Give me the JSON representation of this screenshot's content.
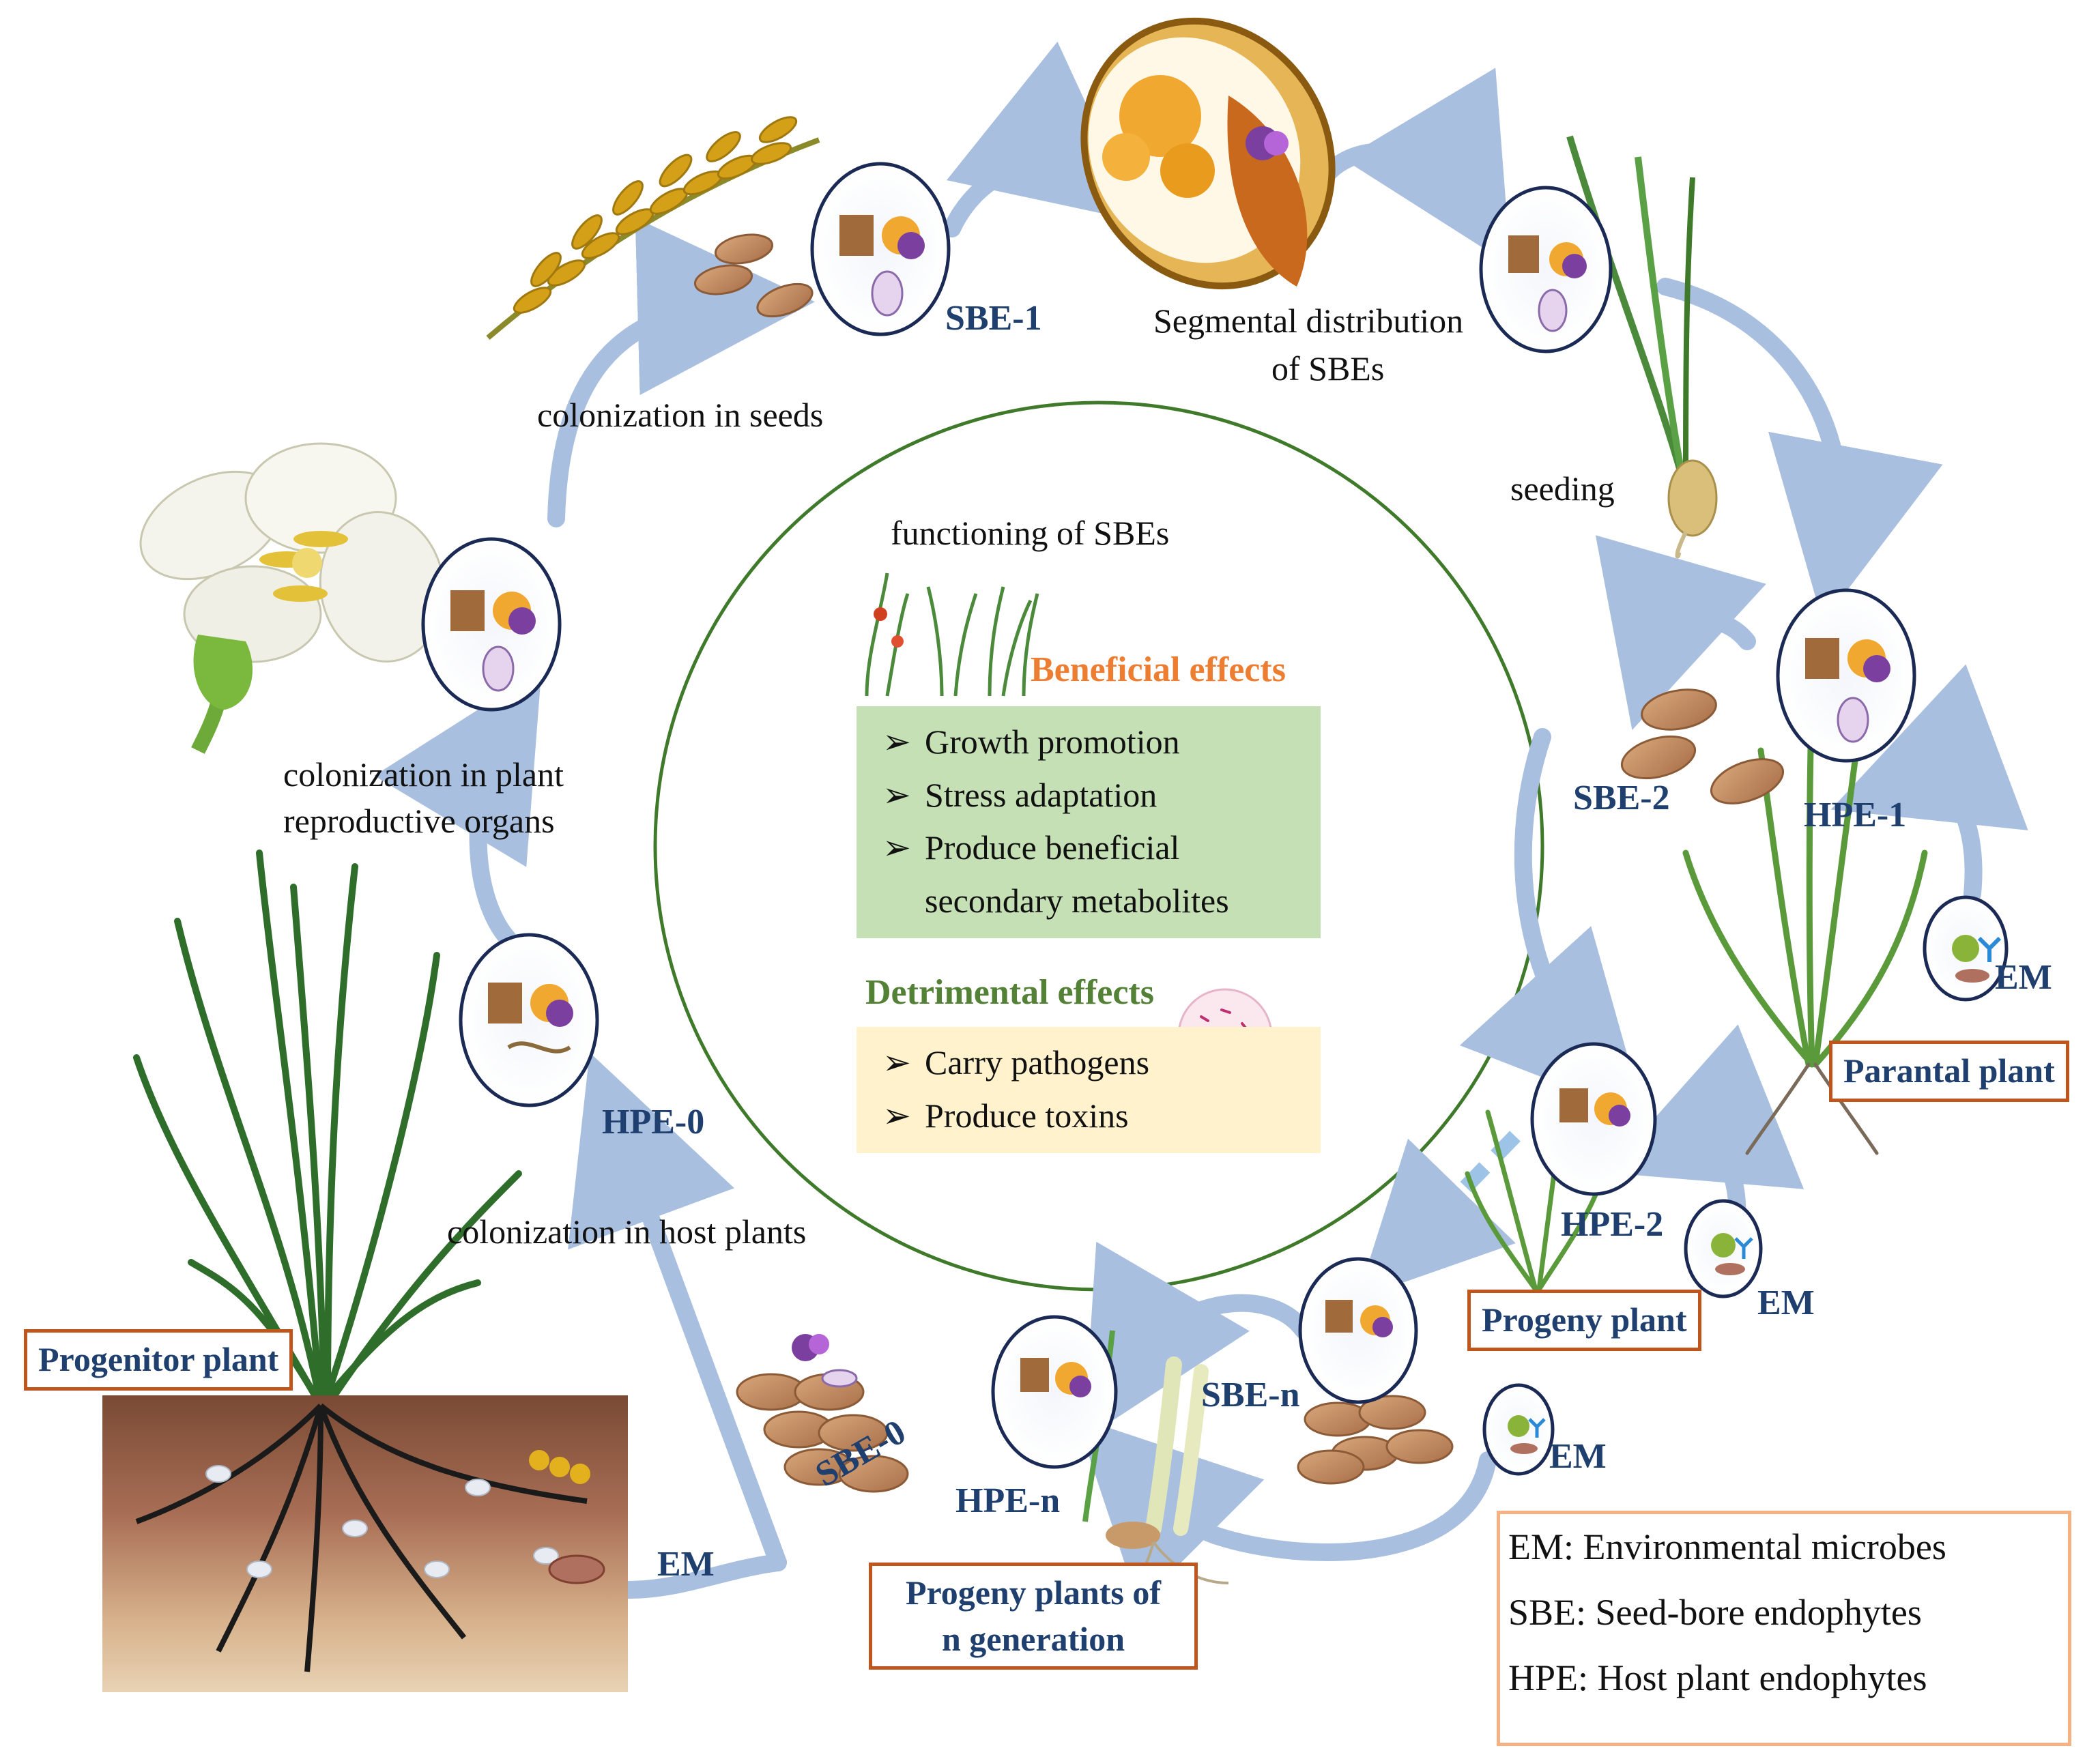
{
  "center": {
    "heading": "functioning of SBEs",
    "beneficial_title": "Beneficial effects",
    "beneficial_items": [
      "Growth promotion",
      "Stress adaptation",
      "Produce beneficial",
      "secondary metabolites"
    ],
    "detrimental_title": "Detrimental effects",
    "detrimental_items": [
      "Carry pathogens",
      "Produce toxins"
    ],
    "bullet": "➢"
  },
  "stage_labels": {
    "colonization_seeds": "colonization in seeds",
    "segmental_1": "Segmental distribution",
    "segmental_2": "of SBEs",
    "seeding": "seeding",
    "colonization_reproductive_1": "colonization in plant",
    "colonization_reproductive_2": "reproductive organs",
    "colonization_host": "colonization in host plants"
  },
  "endophyte_labels": {
    "sbe1": "SBE-1",
    "sbe2": "SBE-2",
    "hpe1": "HPE-1",
    "hpe0": "HPE-0",
    "hpe2": "HPE-2",
    "sben": "SBE-n",
    "hpen": "HPE-n",
    "sbe0": "SBE-0",
    "em1": "EM",
    "em2": "EM",
    "em3": "EM",
    "em4": "EM"
  },
  "plant_labels": {
    "parental": "Parantal plant",
    "progeny": "Progeny plant",
    "progenitor": "Progenitor plant",
    "progeny_n_1": "Progeny plants of",
    "progeny_n_2": "n generation"
  },
  "legend": {
    "em": "EM: Environmental  microbes",
    "sbe": "SBE: Seed-bore endophytes",
    "hpe": "HPE: Host plant endophytes"
  },
  "colors": {
    "label_blue": "#1f3f6e",
    "box_border": "#c0561c",
    "beneficial_orange": "#ed7d31",
    "detrimental_green": "#538135",
    "circle_green": "#3f7a2a",
    "arrow_blue": "#a9bfe0",
    "green_panel": "#c5e0b4",
    "yellow_panel": "#fff2cc",
    "legend_border": "#f4b183"
  }
}
